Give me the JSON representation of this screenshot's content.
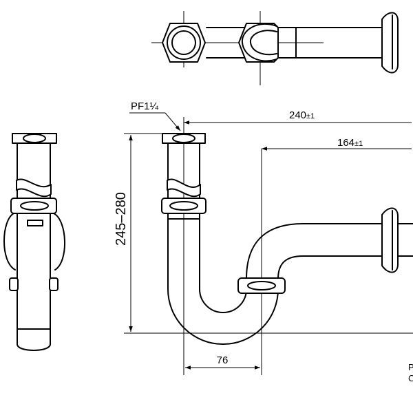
{
  "drawing": {
    "thread_label": "PF1¼",
    "dimensions": {
      "total_length": {
        "value": "240",
        "tolerance": "±1"
      },
      "trap_offset": {
        "value": "164",
        "tolerance": "±1"
      },
      "height_range": "245–280",
      "bend_width": "76"
    },
    "corner_fragments": [
      "P",
      "C"
    ]
  },
  "colors": {
    "line": "#000000",
    "background": "#ffffff"
  }
}
